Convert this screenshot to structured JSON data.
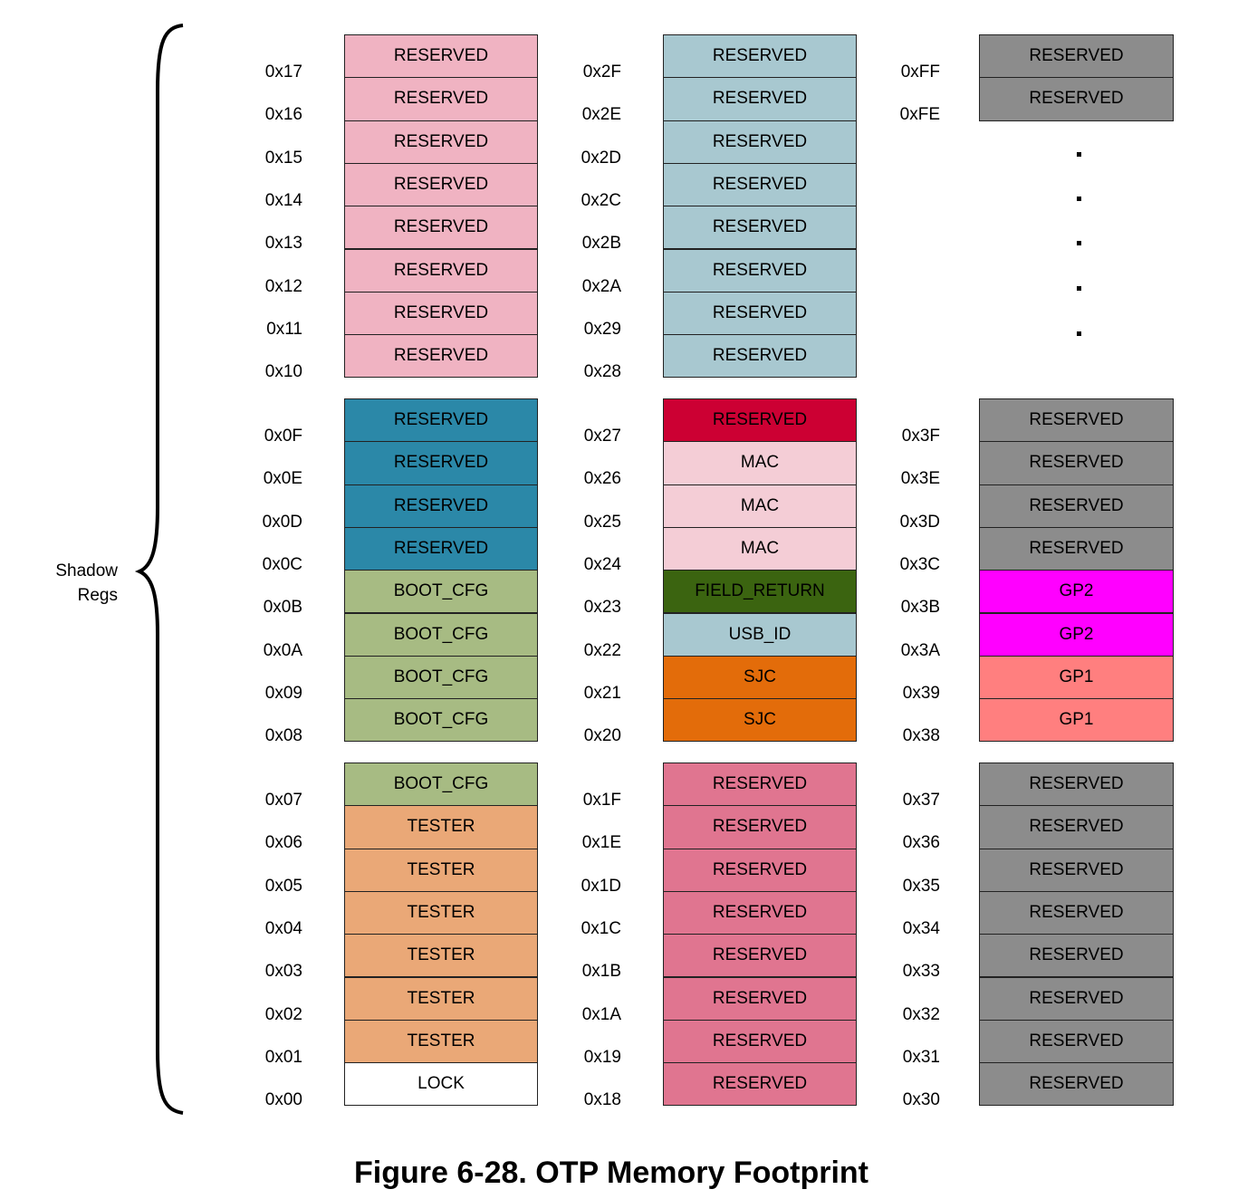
{
  "side_label": [
    "Shadow",
    "Regs"
  ],
  "caption": "Figure 6-28. OTP Memory Footprint",
  "colors": {
    "pink_light": "#f0b3c2",
    "teal_light": "#a8c8d0",
    "gray": "#8c8c8c",
    "teal_dark": "#2b88a8",
    "green_olive": "#a7bb83",
    "crimson": "#cc0033",
    "pink_pale": "#f4cdd6",
    "green_dark": "#3b6410",
    "orange": "#e36c0a",
    "magenta": "#ff00ff",
    "salmon": "#ff7f7f",
    "peach": "#eaa877",
    "white": "#ffffff",
    "rose": "#e07590"
  },
  "columns": [
    {
      "groups": [
        {
          "cells": [
            {
              "addr": "0x17",
              "text": "RESERVED",
              "color": "pink_light"
            },
            {
              "addr": "0x16",
              "text": "RESERVED",
              "color": "pink_light"
            },
            {
              "addr": "0x15",
              "text": "RESERVED",
              "color": "pink_light"
            },
            {
              "addr": "0x14",
              "text": "RESERVED",
              "color": "pink_light"
            },
            {
              "addr": "0x13",
              "text": "RESERVED",
              "color": "pink_light"
            },
            {
              "addr": "0x12",
              "text": "RESERVED",
              "color": "pink_light"
            },
            {
              "addr": "0x11",
              "text": "RESERVED",
              "color": "pink_light"
            },
            {
              "addr": "0x10",
              "text": "RESERVED",
              "color": "pink_light"
            }
          ]
        },
        {
          "cells": [
            {
              "addr": "0x0F",
              "text": "RESERVED",
              "color": "teal_dark"
            },
            {
              "addr": "0x0E",
              "text": "RESERVED",
              "color": "teal_dark"
            },
            {
              "addr": "0x0D",
              "text": "RESERVED",
              "color": "teal_dark"
            },
            {
              "addr": "0x0C",
              "text": "RESERVED",
              "color": "teal_dark"
            },
            {
              "addr": "0x0B",
              "text": "BOOT_CFG",
              "color": "green_olive"
            },
            {
              "addr": "0x0A",
              "text": "BOOT_CFG",
              "color": "green_olive"
            },
            {
              "addr": "0x09",
              "text": "BOOT_CFG",
              "color": "green_olive"
            },
            {
              "addr": "0x08",
              "text": "BOOT_CFG",
              "color": "green_olive"
            }
          ]
        },
        {
          "cells": [
            {
              "addr": "0x07",
              "text": "BOOT_CFG",
              "color": "green_olive"
            },
            {
              "addr": "0x06",
              "text": "TESTER",
              "color": "peach"
            },
            {
              "addr": "0x05",
              "text": "TESTER",
              "color": "peach"
            },
            {
              "addr": "0x04",
              "text": "TESTER",
              "color": "peach"
            },
            {
              "addr": "0x03",
              "text": "TESTER",
              "color": "peach"
            },
            {
              "addr": "0x02",
              "text": "TESTER",
              "color": "peach"
            },
            {
              "addr": "0x01",
              "text": "TESTER",
              "color": "peach"
            },
            {
              "addr": "0x00",
              "text": "LOCK",
              "color": "white"
            }
          ]
        }
      ]
    },
    {
      "groups": [
        {
          "cells": [
            {
              "addr": "0x2F",
              "text": "RESERVED",
              "color": "teal_light"
            },
            {
              "addr": "0x2E",
              "text": "RESERVED",
              "color": "teal_light"
            },
            {
              "addr": "0x2D",
              "text": "RESERVED",
              "color": "teal_light"
            },
            {
              "addr": "0x2C",
              "text": "RESERVED",
              "color": "teal_light"
            },
            {
              "addr": "0x2B",
              "text": "RESERVED",
              "color": "teal_light"
            },
            {
              "addr": "0x2A",
              "text": "RESERVED",
              "color": "teal_light"
            },
            {
              "addr": "0x29",
              "text": "RESERVED",
              "color": "teal_light"
            },
            {
              "addr": "0x28",
              "text": "RESERVED",
              "color": "teal_light"
            }
          ]
        },
        {
          "cells": [
            {
              "addr": "0x27",
              "text": "RESERVED",
              "color": "crimson"
            },
            {
              "addr": "0x26",
              "text": "MAC",
              "color": "pink_pale"
            },
            {
              "addr": "0x25",
              "text": "MAC",
              "color": "pink_pale"
            },
            {
              "addr": "0x24",
              "text": "MAC",
              "color": "pink_pale"
            },
            {
              "addr": "0x23",
              "text": "FIELD_RETURN",
              "color": "green_dark"
            },
            {
              "addr": "0x22",
              "text": "USB_ID",
              "color": "teal_light"
            },
            {
              "addr": "0x21",
              "text": "SJC",
              "color": "orange"
            },
            {
              "addr": "0x20",
              "text": "SJC",
              "color": "orange"
            }
          ]
        },
        {
          "cells": [
            {
              "addr": "0x1F",
              "text": "RESERVED",
              "color": "rose"
            },
            {
              "addr": "0x1E",
              "text": "RESERVED",
              "color": "rose"
            },
            {
              "addr": "0x1D",
              "text": "RESERVED",
              "color": "rose"
            },
            {
              "addr": "0x1C",
              "text": "RESERVED",
              "color": "rose"
            },
            {
              "addr": "0x1B",
              "text": "RESERVED",
              "color": "rose"
            },
            {
              "addr": "0x1A",
              "text": "RESERVED",
              "color": "rose"
            },
            {
              "addr": "0x19",
              "text": "RESERVED",
              "color": "rose"
            },
            {
              "addr": "0x18",
              "text": "RESERVED",
              "color": "rose"
            }
          ]
        }
      ]
    },
    {
      "groups": [
        {
          "cells": [
            {
              "addr": "0xFF",
              "text": "RESERVED",
              "color": "gray"
            },
            {
              "addr": "0xFE",
              "text": "RESERVED",
              "color": "gray"
            }
          ]
        },
        {
          "cells": [
            {
              "addr": "0x3F",
              "text": "RESERVED",
              "color": "gray"
            },
            {
              "addr": "0x3E",
              "text": "RESERVED",
              "color": "gray"
            },
            {
              "addr": "0x3D",
              "text": "RESERVED",
              "color": "gray"
            },
            {
              "addr": "0x3C",
              "text": "RESERVED",
              "color": "gray"
            },
            {
              "addr": "0x3B",
              "text": "GP2",
              "color": "magenta"
            },
            {
              "addr": "0x3A",
              "text": "GP2",
              "color": "magenta"
            },
            {
              "addr": "0x39",
              "text": "GP1",
              "color": "salmon"
            },
            {
              "addr": "0x38",
              "text": "GP1",
              "color": "salmon"
            }
          ]
        },
        {
          "cells": [
            {
              "addr": "0x37",
              "text": "RESERVED",
              "color": "gray"
            },
            {
              "addr": "0x36",
              "text": "RESERVED",
              "color": "gray"
            },
            {
              "addr": "0x35",
              "text": "RESERVED",
              "color": "gray"
            },
            {
              "addr": "0x34",
              "text": "RESERVED",
              "color": "gray"
            },
            {
              "addr": "0x33",
              "text": "RESERVED",
              "color": "gray"
            },
            {
              "addr": "0x32",
              "text": "RESERVED",
              "color": "gray"
            },
            {
              "addr": "0x31",
              "text": "RESERVED",
              "color": "gray"
            },
            {
              "addr": "0x30",
              "text": "RESERVED",
              "color": "gray"
            }
          ]
        }
      ]
    }
  ]
}
